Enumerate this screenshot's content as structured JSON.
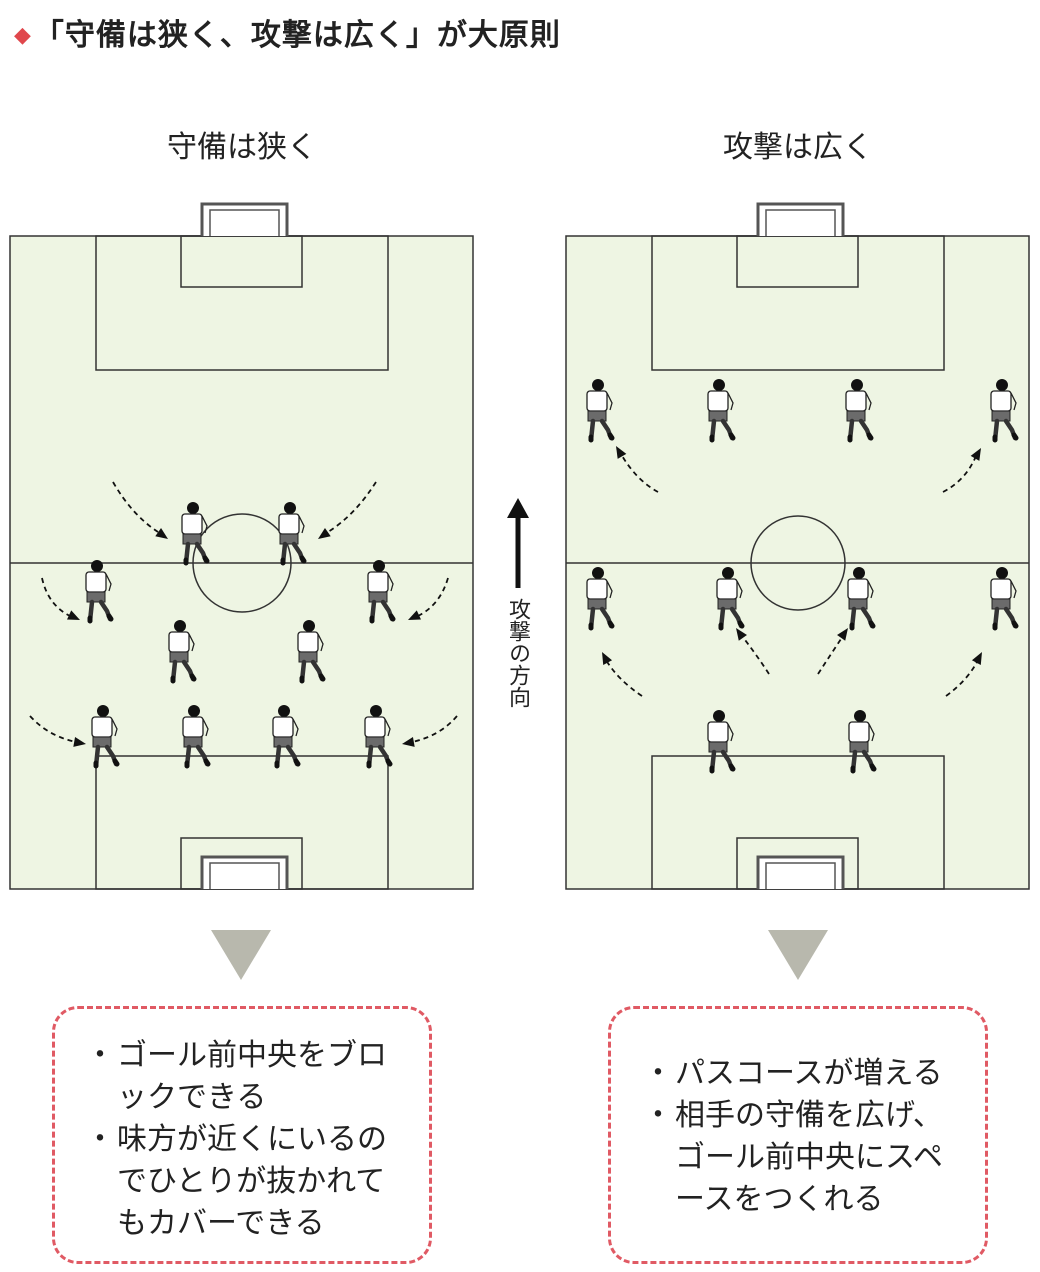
{
  "heading": "「守備は狭く、攻撃は広く」が大原則",
  "diagrams": {
    "defense": {
      "label": "守備は狭く"
    },
    "attack": {
      "label": "攻撃は広く"
    }
  },
  "direction_label": "攻撃の方向",
  "outcomes": {
    "defense": [
      "ゴール前中央をブロックできる",
      "味方が近くにいるのでひとりが抜かれてもカバーできる"
    ],
    "attack": [
      "パスコースが増える",
      "相手の守備を広げ、ゴール前中央にスペースをつくれる"
    ]
  },
  "colors": {
    "pitch": "#eef5e3",
    "lines": "#333333",
    "accent_marker": "#e0474c",
    "box_border": "#e05a64",
    "pointer_triangle": "#b8b8ad"
  }
}
